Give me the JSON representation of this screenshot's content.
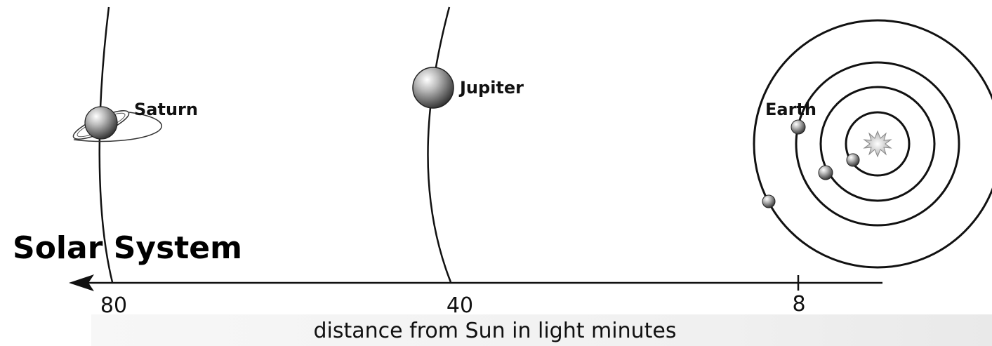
{
  "title": "Solar System",
  "axis": {
    "caption": "distance from Sun in light minutes",
    "ticks": [
      "80",
      "40",
      "8"
    ]
  },
  "planets": {
    "saturn": "Saturn",
    "jupiter": "Jupiter",
    "earth": "Earth"
  },
  "colors": {
    "ink": "#111111",
    "planet_light": "#f2f2f2",
    "planet_dark": "#3a3a3a",
    "sun": "#bdbdbd"
  }
}
